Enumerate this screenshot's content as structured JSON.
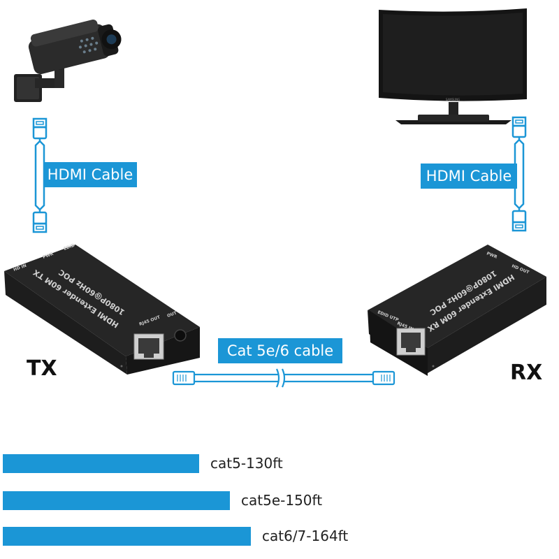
{
  "labels": {
    "hdmi_cable_left": "HDMI Cable",
    "hdmi_cable_right": "HDMI Cable",
    "cat_cable": "Cat 5e/6 cable",
    "tx": "TX",
    "rx": "RX"
  },
  "device_text": {
    "tx_face": "HDMI Extender 60M TX",
    "tx_face_line2": "1080P@60Hz POC",
    "tx_port_in": "HD IN",
    "tx_port_pwr": "PWR",
    "tx_port_edid": "EDID",
    "tx_port_out": "OUT",
    "tx_port_rj45": "RJ45 OUT",
    "rx_face": "HDMI Extender 60M RX",
    "rx_face_line2": "1080P@60Hz POC",
    "rx_port_hd": "HD OUT",
    "rx_port_pwr": "PWR",
    "rx_port_edid": "EDID UTP",
    "rx_port_rj45": "RJ45 IN"
  },
  "monitor_brand": "SAMSUNG",
  "distances": [
    {
      "label": "cat5-130ft",
      "feet": 130
    },
    {
      "label": "cat5e-150ft",
      "feet": 150
    },
    {
      "label": "cat6/7-164ft",
      "feet": 164
    }
  ],
  "colors": {
    "accent": "#1b96d6",
    "device": "#1c1c1c"
  },
  "icons": [
    "cctv-camera-icon",
    "monitor-icon",
    "hdmi-plug-icon",
    "rj45-plug-icon",
    "cable-break-icon"
  ]
}
